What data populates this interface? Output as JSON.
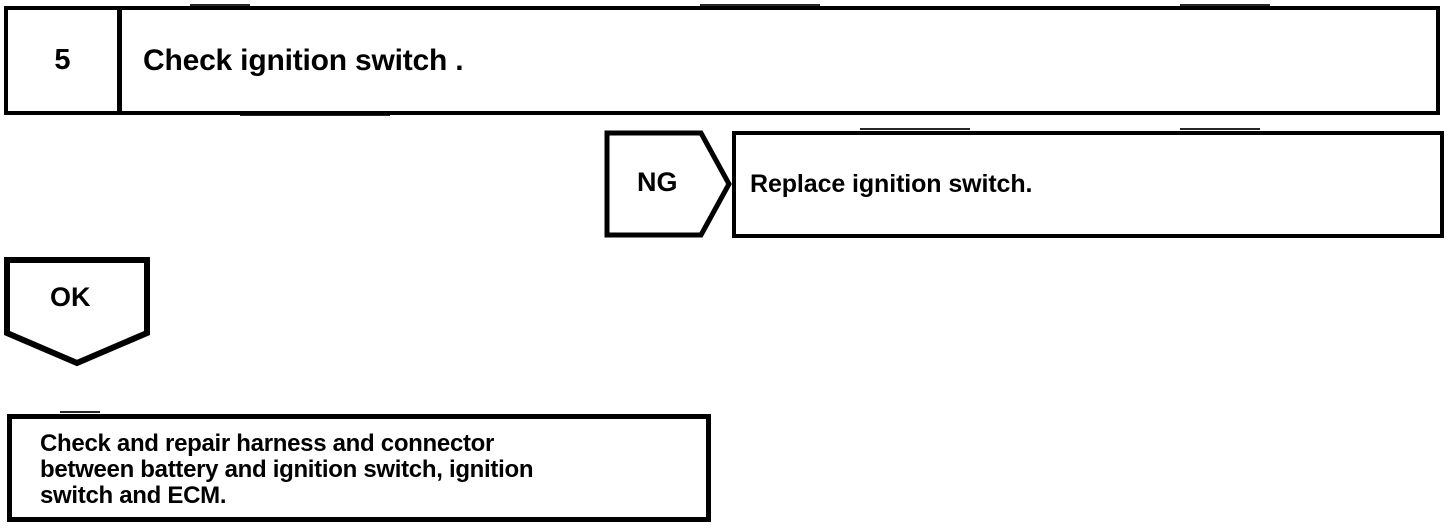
{
  "document": {
    "kind": "diagnostic-flowchart",
    "background_color": "#ffffff",
    "line_color": "#000000"
  },
  "step": {
    "number": "5",
    "description": "Check ignition switch ."
  },
  "branches": [
    {
      "id": "ng",
      "label": "NG",
      "direction": "right",
      "target": "replace-action"
    },
    {
      "id": "ok",
      "label": "OK",
      "direction": "down",
      "target": "result-instruction"
    }
  ],
  "action": {
    "text": "Replace ignition switch."
  },
  "result": {
    "text": "Check and repair harness and connector\nbetween battery and ignition switch, ignition\nswitch and ECM."
  }
}
